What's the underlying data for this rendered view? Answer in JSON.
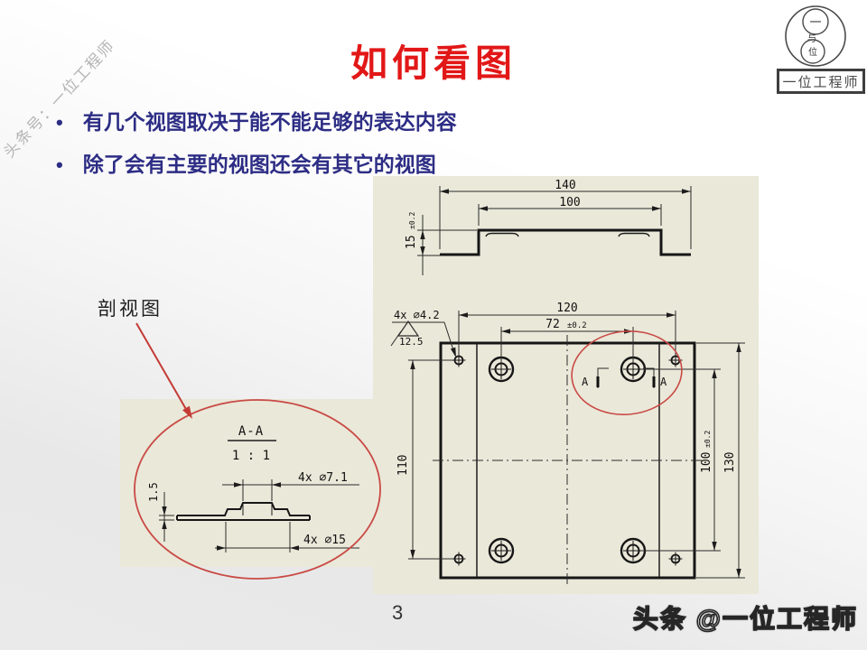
{
  "slide": {
    "title": "如何看图",
    "bullets": [
      "有几个视图取决于能不能足够的表达内容",
      "除了会有主要的视图还会有其它的视图"
    ],
    "bullet_dot": "•",
    "page_number": "3",
    "watermark_diagonal": "头条号：一位工程师",
    "watermark_footer": "头条 @一位工程师",
    "callout_label": "剖视图"
  },
  "logo": {
    "top_char": "一",
    "mid_char": "与",
    "bottom_char": "位",
    "caption": "一位工程师"
  },
  "drawing": {
    "channel_view": {
      "overall_width": "140",
      "inner_width": "100",
      "height": "15",
      "height_tol": "±0.2"
    },
    "plate_view": {
      "hole_span_width": "120",
      "boss_pitch": "72",
      "boss_pitch_tol": "±0.2",
      "hole_span_height": "110",
      "boss_pitch_v": "100",
      "boss_pitch_v_tol": "±0.2",
      "overall_height": "130",
      "hole_callout": "4x ∅4.2",
      "roughness": "12.5",
      "section_letter_left": "A",
      "section_letter_right": "A"
    },
    "section_view": {
      "label": "A-A",
      "scale": "1 : 1",
      "hole_top": "4x ∅7.1",
      "hole_bottom": "4x ∅15",
      "thickness": "1.5"
    }
  },
  "colors": {
    "title_red": "#e21717",
    "bullet_navy": "#2d2d85",
    "drawing_background": "#eae8d9",
    "annotation_red": "#c94a45"
  }
}
